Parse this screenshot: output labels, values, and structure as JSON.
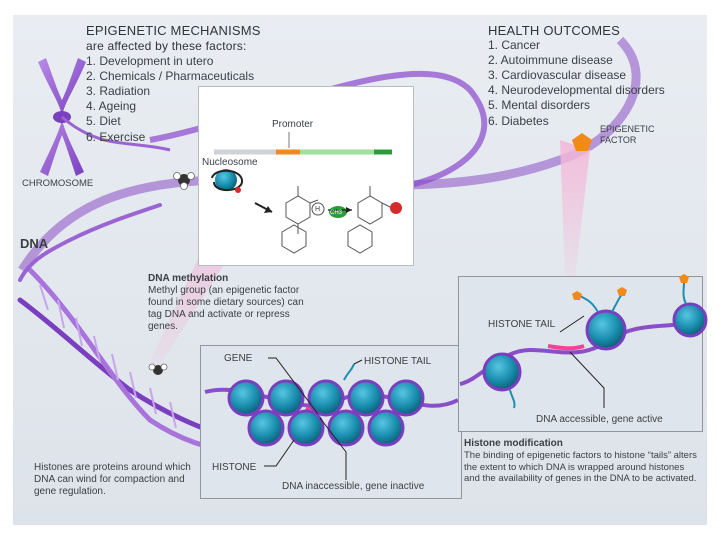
{
  "left_header": {
    "title": "EPIGENETIC MECHANISMS",
    "subtitle": "are affected by these factors:",
    "items": [
      "1. Development in utero",
      "2. Chemicals / Pharmaceuticals",
      "3. Radiation",
      "4. Ageing",
      "5. Diet",
      "6. Exercise"
    ]
  },
  "right_header": {
    "title": "HEALTH OUTCOMES",
    "items": [
      "1. Cancer",
      "2. Autoimmune disease",
      "3. Cardiovascular disease",
      "4. Neurodevelopmental disorders",
      "5. Mental disorders",
      "6. Diabetes"
    ]
  },
  "labels": {
    "chromosome": "CHROMOSOME",
    "dna": "DNA",
    "epigenetic_factor_line1": "EPIGENETIC",
    "epigenetic_factor_line2": "FACTOR",
    "promoter": "Promoter",
    "nucleosome": "Nucleosome",
    "gene": "GENE",
    "histone_tail_mid": "HISTONE TAIL",
    "histone_tail_right": "HISTONE TAIL",
    "histone": "HISTONE",
    "dna_accessible": "DNA accessible, gene active",
    "dna_inaccessible": "DNA inaccessible, gene inactive",
    "methyl_h": "H",
    "methyl_ch3": "CH3"
  },
  "methylation": {
    "title": "DNA methylation",
    "body": "Methyl group (an epigenetic factor found in some dietary sources) can tag DNA and activate or repress genes."
  },
  "histone_modification": {
    "title": "Histone modification",
    "body": "The binding of epigenetic factors to histone “tails” alters the extent to which DNA is wrapped around histones and the availability of genes in the DNA to be activated."
  },
  "histone_note": "Histones are proteins around which DNA can wind for compaction and gene regulation.",
  "colors": {
    "dna_purple": "#8a4fc4",
    "histone_teal": "#1b8fb0",
    "factor_orange": "#f28a1a",
    "methyl_red": "#d62b2b",
    "promoter_orange": "#f08a1e",
    "gene_green": "#2e9b3c"
  }
}
